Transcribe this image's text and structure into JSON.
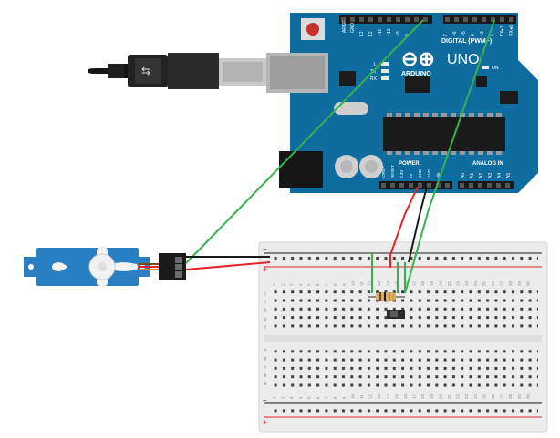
{
  "arduino": {
    "brand": "ARDUINO",
    "model": "UNO",
    "logo_symbol": "⊖⊕",
    "digital_label": "DIGITAL (PWM~)",
    "power_label": "POWER",
    "analog_label": "ANALOG IN",
    "on_label": "ON",
    "aref_label": "AREF",
    "gnd_label": "GND",
    "tx_label": "TX",
    "rx_label": "RX",
    "l_label": "L",
    "digital_pins": [
      "13",
      "12",
      "~11",
      "~10",
      "~9",
      "8",
      "7",
      "~6",
      "~5",
      "4",
      "~3",
      "2",
      "TX▸1",
      "RX◂0"
    ],
    "power_pins": [
      "IOREF",
      "RESET",
      "3.3V",
      "5V",
      "GND",
      "GND",
      "Vin"
    ],
    "analog_pins": [
      "A0",
      "A1",
      "A2",
      "A3",
      "A4",
      "A5"
    ]
  },
  "breadboard": {
    "row_letters_top": [
      "j",
      "i",
      "h",
      "g",
      "f"
    ],
    "row_letters_bottom": [
      "e",
      "d",
      "c",
      "b",
      "a"
    ],
    "column_numbers": [
      "1",
      "2",
      "3",
      "4",
      "5",
      "6",
      "7",
      "8",
      "9",
      "10",
      "11",
      "12",
      "13",
      "14",
      "15",
      "16",
      "17",
      "18",
      "19",
      "20",
      "21",
      "22",
      "23",
      "24",
      "25",
      "26",
      "27",
      "28",
      "29",
      "30"
    ],
    "rail_minus": "−",
    "rail_plus": "+"
  },
  "colors": {
    "board_blue": "#0e6c9e",
    "wire_green": "#36b14c",
    "wire_red": "#e0262c",
    "wire_black": "#1a1a1a",
    "servo_blue": "#2a7fc2",
    "breadboard": "#ececec"
  },
  "components": {
    "usb_cable_icon": "usb-plug-icon",
    "servo_icon": "micro-servo-icon",
    "resistor_icon": "resistor-icon",
    "button_icon": "pushbutton-icon"
  }
}
